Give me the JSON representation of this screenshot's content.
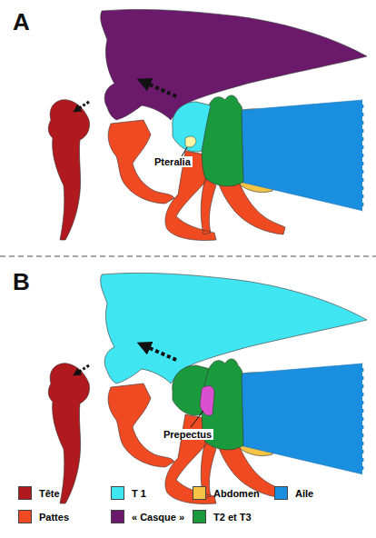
{
  "diagram": {
    "labels": [
      "A",
      "Pteralia",
      "B",
      "Prepectus"
    ],
    "legend": [
      {
        "text": "Tête",
        "color": "#b01a1f"
      },
      {
        "text": "T 1",
        "color": "#3fe6f2"
      },
      {
        "text": "Abdomen",
        "color": "#f6c445"
      },
      {
        "text": "Aile",
        "color": "#1a8fe0"
      },
      {
        "text": "Pattes",
        "color": "#f04a22"
      },
      {
        "text": "« Casque »",
        "color": "#6b1a6b"
      },
      {
        "text": "T2 et T3",
        "color": "#1a9a3c"
      }
    ]
  }
}
